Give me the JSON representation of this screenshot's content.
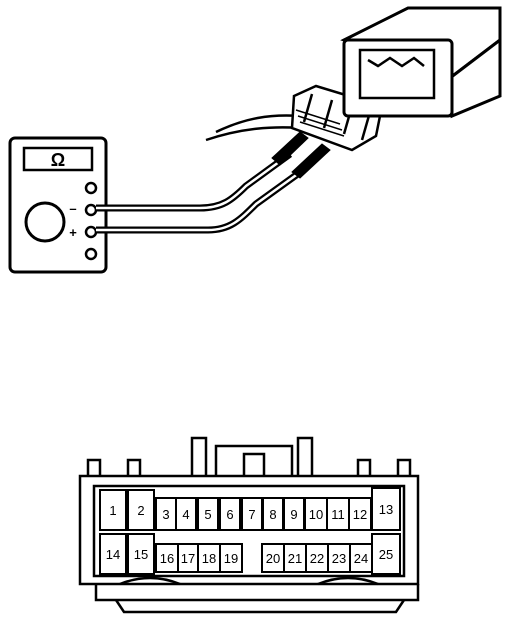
{
  "meter": {
    "symbol": "Ω",
    "minus_label": "–",
    "plus_label": "+"
  },
  "connector": {
    "top_row": [
      "1",
      "2",
      "3",
      "4",
      "5",
      "6",
      "7",
      "8",
      "9",
      "10",
      "11",
      "12",
      "13"
    ],
    "bottom_row": [
      "14",
      "15",
      "16",
      "17",
      "18",
      "19",
      "20",
      "21",
      "22",
      "23",
      "24",
      "25"
    ]
  }
}
